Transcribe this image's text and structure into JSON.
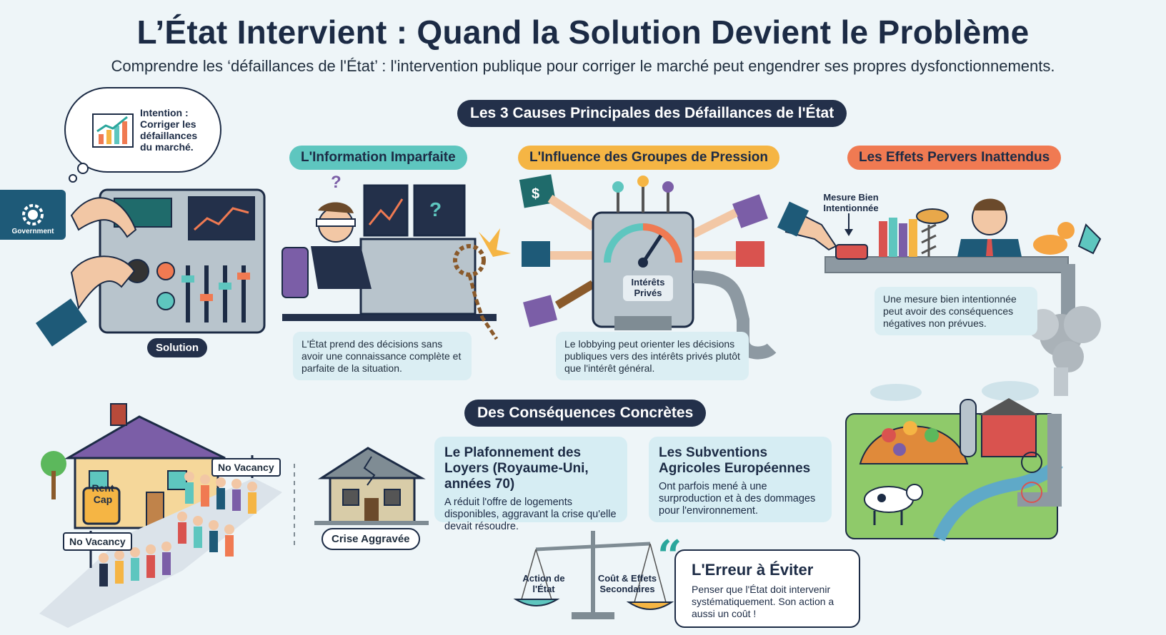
{
  "header": {
    "title": "L’État Intervient : Quand la Solution Devient le Problème",
    "subtitle": "Comprendre les ‘défaillances de l'État’ : l'intervention publique pour corriger le marché peut engendrer ses propres dysfonctionnements."
  },
  "intro": {
    "bubble": "Intention : Corriger les défaillances du marché.",
    "government": "Government",
    "solution": "Solution"
  },
  "causes": {
    "heading": "Les 3 Causes Principales des Défaillances de l'État",
    "items": [
      {
        "label": "L'Information Imparfaite",
        "text": "L'État prend des décisions sans avoir une connaissance complète et parfaite de la situation."
      },
      {
        "label": "L'Influence des Groupes de Pression",
        "text": "Le lobbying peut orienter les décisions publiques vers des intérêts privés plutôt que l'intérêt général.",
        "gauge": "Intérêts Privés"
      },
      {
        "label": "Les Effets Pervers Inattendus",
        "text": "Une mesure bien intentionnée peut avoir des conséquences négatives non prévues.",
        "button": "Mesure Bien Intentionnée"
      }
    ]
  },
  "consequences": {
    "heading": "Des Conséquences Concrètes",
    "cards": [
      {
        "title": "Le Plafonnement des Loyers (Royaume-Uni, années 70)",
        "text": "A réduit l'offre de logements disponibles, aggravant la crise qu'elle devait résoudre."
      },
      {
        "title": "Les Subventions Agricoles Européennes",
        "text": "Ont parfois mené à une surproduction et à des dommages pour l'environnement."
      }
    ],
    "rent_cap": "Rent Cap",
    "no_vacancy": "No Vacancy",
    "crise": "Crise Aggravée"
  },
  "balance": {
    "left": "Action de l'État",
    "right": "Coût & Effets Secondaires"
  },
  "warning": {
    "title": "L'Erreur à Éviter",
    "text": "Penser que l'État doit intervenir systématiquement. Son action a aussi un coût !"
  }
}
